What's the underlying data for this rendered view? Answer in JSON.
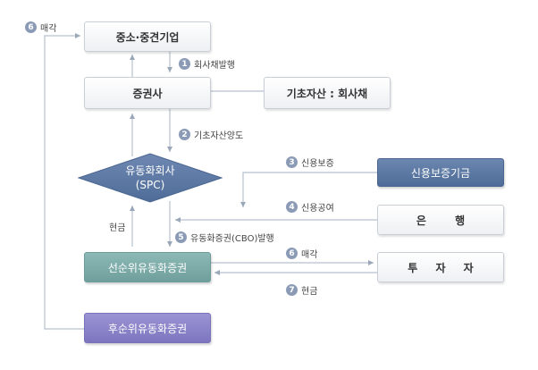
{
  "nodes": {
    "sme": "중소·중견기업",
    "securities": "증권사",
    "underlying": "기초자산 : 회사채",
    "spc_line1": "유동화회사",
    "spc_line2": "(SPC)",
    "guarantee_fund": "신용보증기금",
    "bank": "은 행",
    "senior": "선순위유동화증권",
    "investor": "투 자 자",
    "junior": "후순위유동화증권"
  },
  "steps": [
    {
      "num": "1",
      "label": "회사채발행"
    },
    {
      "num": "2",
      "label": "기초자산양도"
    },
    {
      "num": "3",
      "label": "신용보증"
    },
    {
      "num": "4",
      "label": "신용공여"
    },
    {
      "num": "5",
      "label": "유동화증권(CBO)발행"
    },
    {
      "num": "6",
      "label": "매각"
    },
    {
      "num": "7",
      "label": "현금"
    },
    {
      "num": "6",
      "label": "매각"
    }
  ],
  "labels": {
    "cash_left": "현금"
  },
  "colors": {
    "line": "#b7c1cf",
    "badge": "#8b9bb6",
    "diamond": "#5f79a6",
    "blue_box": "#5b78a3",
    "teal_box": "#7eaeab",
    "purple_box": "#8a84cb"
  }
}
